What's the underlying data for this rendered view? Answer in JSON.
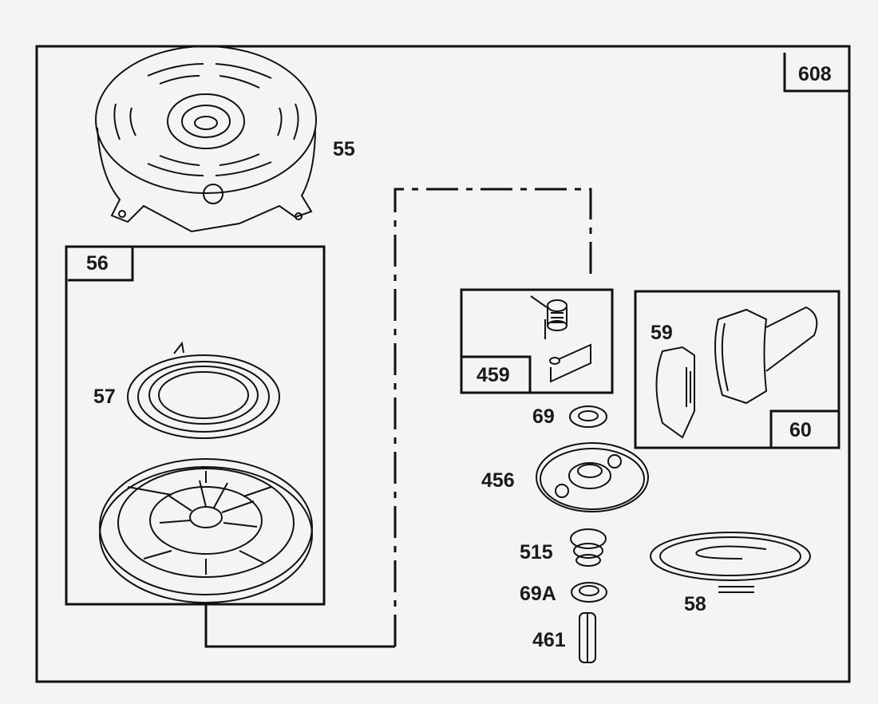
{
  "diagram": {
    "assembly_label": "608",
    "parts": {
      "housing": "55",
      "pulley_kit": "56",
      "spring": "57",
      "rope": "58",
      "handle_insert": "59",
      "handle_kit": "60",
      "washer": "69",
      "washer_a": "69A",
      "pawl_kit": "459",
      "plate": "456",
      "spring_515": "515",
      "pin": "461"
    }
  },
  "colors": {
    "ink": "#111111",
    "paper": "#f4f4f4"
  }
}
